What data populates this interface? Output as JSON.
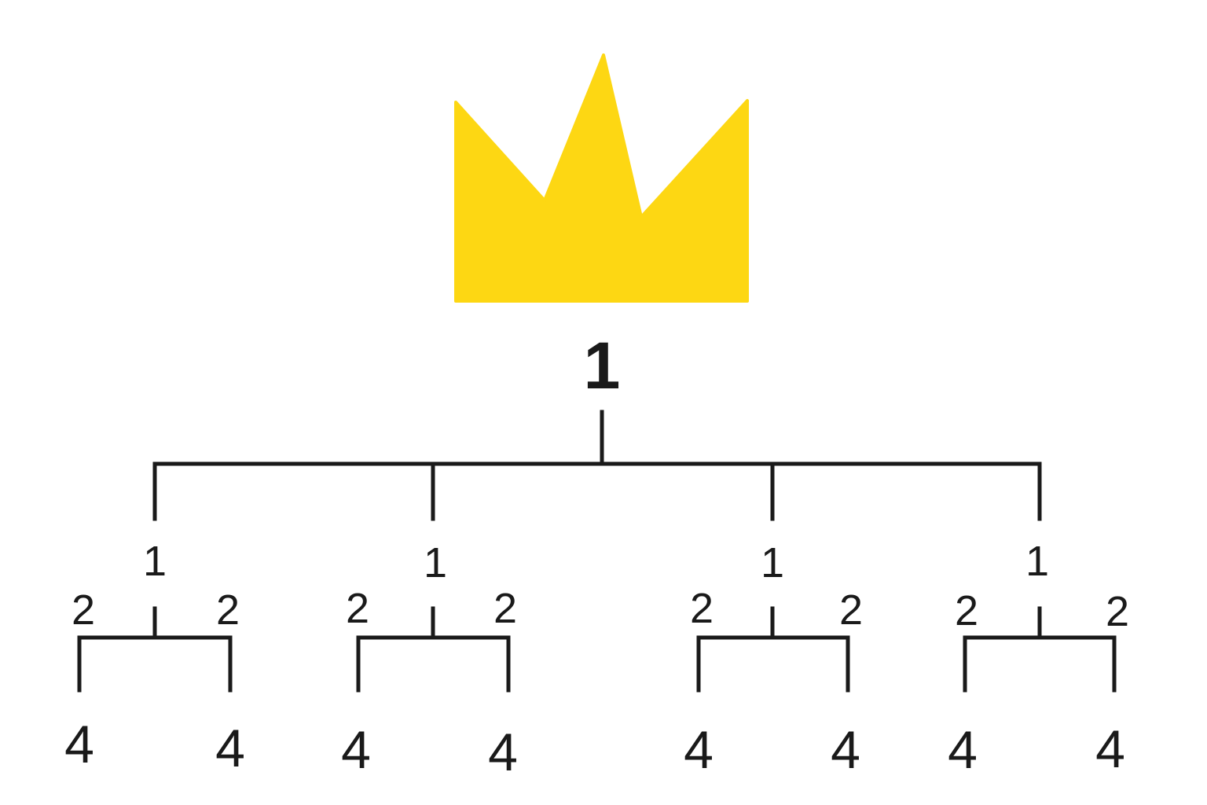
{
  "colors": {
    "crown": "#FDD713",
    "lines": "#1a1a1a",
    "background": "#ffffff"
  },
  "icon": "crown-icon",
  "root": {
    "label": "1"
  },
  "branches": [
    {
      "label": "1",
      "left_label": "2",
      "right_label": "2",
      "left_leaf": "4",
      "right_leaf": "4"
    },
    {
      "label": "1",
      "left_label": "2",
      "right_label": "2",
      "left_leaf": "4",
      "right_leaf": "4"
    },
    {
      "label": "1",
      "left_label": "2",
      "right_label": "2",
      "left_leaf": "4",
      "right_leaf": "4"
    },
    {
      "label": "1",
      "left_label": "2",
      "right_label": "2",
      "left_leaf": "4",
      "right_leaf": "4"
    }
  ]
}
